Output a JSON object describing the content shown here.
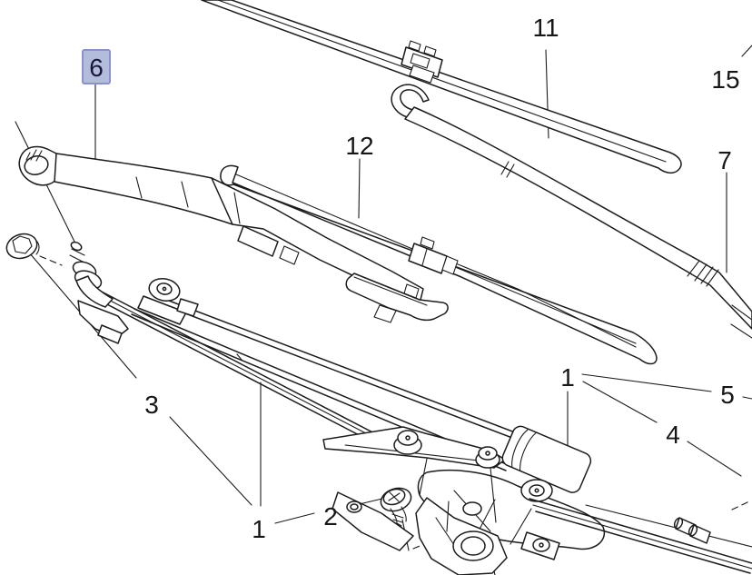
{
  "diagram": {
    "type": "exploded-parts-diagram",
    "subject": "windshield wiper system: wiper blades, wiper arms, linkage transmission and wiper motor",
    "background_color": "#ffffff",
    "line_color": "#1c1c1c",
    "selected_callout": "6",
    "highlight": {
      "fill": "#b4bcdc",
      "border": "#8a90ce",
      "text_color": "#17173a"
    },
    "callouts": [
      {
        "text": "6",
        "selected": true,
        "part": "wiper-arm-left"
      },
      {
        "text": "11",
        "selected": false,
        "part": "wiper-blade-right"
      },
      {
        "text": "15",
        "selected": false,
        "part": "off-image-part-top-right"
      },
      {
        "text": "12",
        "selected": false,
        "part": "wiper-blade-left"
      },
      {
        "text": "7",
        "selected": false,
        "part": "wiper-arm-right"
      },
      {
        "text": "3",
        "selected": false,
        "part": "pivot-bolt"
      },
      {
        "text": "1",
        "selected": false,
        "part": "wiper-linkage-frame"
      },
      {
        "text": "2",
        "selected": false,
        "part": "mounting-screw"
      },
      {
        "text": "1",
        "selected": false,
        "part": "wiper-motor-assembly"
      },
      {
        "text": "4",
        "selected": false,
        "part": "drive-link-rod"
      },
      {
        "text": "5",
        "selected": false,
        "part": "off-image-part-right"
      }
    ]
  }
}
